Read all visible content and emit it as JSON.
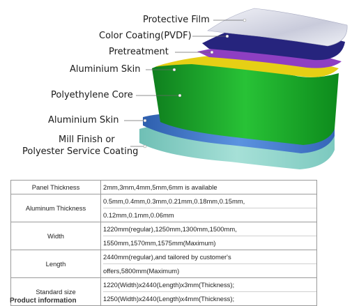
{
  "diagram": {
    "layers": [
      {
        "label": "Protective Film"
      },
      {
        "label": "Color Coating(PVDF)"
      },
      {
        "label": "Pretreatment"
      },
      {
        "label": "Aluminium Skin"
      },
      {
        "label": "Polyethylene Core"
      },
      {
        "label": "Aluminium Skin"
      },
      {
        "label_line1": "Mill Finish or",
        "label_line2": "Polyester Service Coating"
      }
    ],
    "colors": {
      "protective_film": "#d7d9e6",
      "color_coating": "#2b2a83",
      "pretreatment": "#8a3fbf",
      "aluminium_top": "#e8d11a",
      "core": "#1aa628",
      "aluminium_bottom": "#3d74c9",
      "service_coating": "#8fd2c8"
    }
  },
  "table": {
    "rows": [
      {
        "param": "Panel Thickness",
        "values": [
          "2mm,3mm,4mm,5mm,6mm is available"
        ]
      },
      {
        "param": "Aluminum Thickness",
        "values": [
          "0.5mm,0.4mm,0.3mm,0.21mm,0.18mm,0.15mm,",
          "0.12mm,0.1mm,0.06mm"
        ]
      },
      {
        "param": "Width",
        "values": [
          "1220mm(regular),1250mm,1300mm,1500mm,",
          "1550mm,1570mm,1575mm(Maximum)"
        ]
      },
      {
        "param": "Length",
        "values": [
          "2440mm(regular),and tailored by customer's",
          "offers,5800mm(Maximum)"
        ]
      },
      {
        "param": "Standard size",
        "values": [
          "1220(Width)x2440(Length)x3mm(Thickness);",
          "1250(Width)x2440(Length)x4mm(Thickness);"
        ]
      }
    ]
  },
  "footer": {
    "text": "Product information"
  }
}
